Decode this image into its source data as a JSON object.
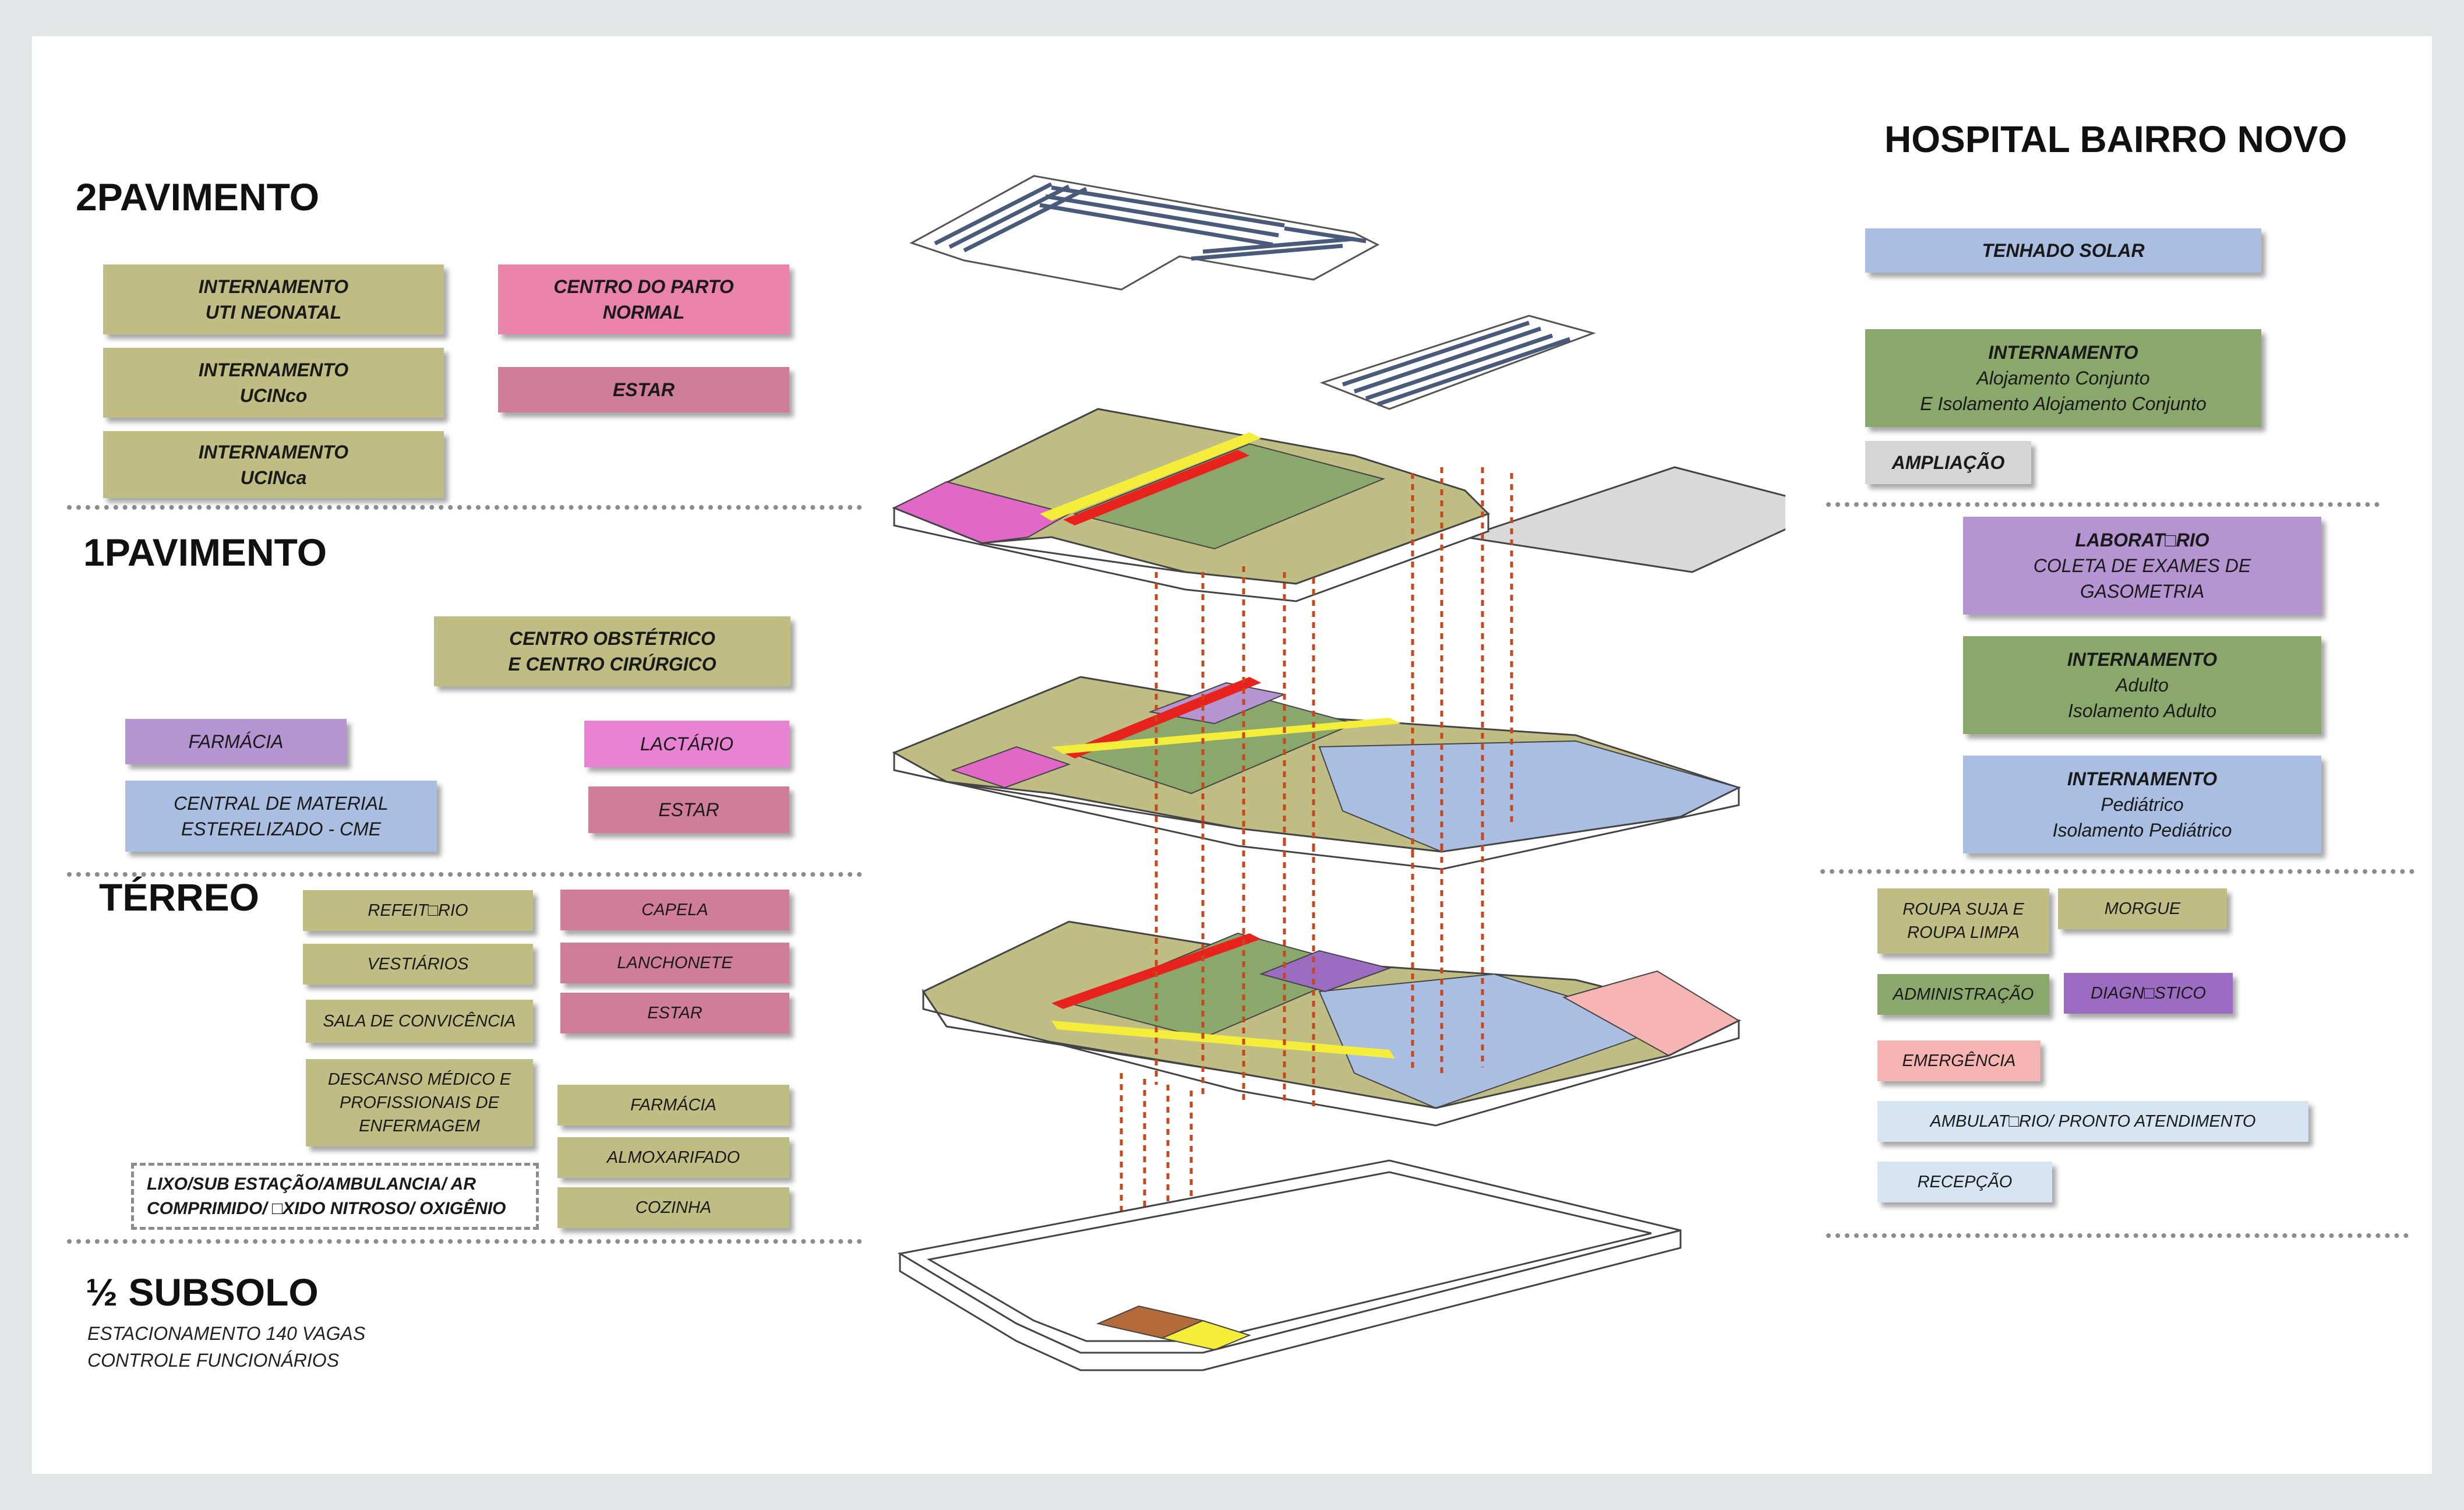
{
  "title": "HOSPITAL BAIRRO NOVO",
  "levels": {
    "floor2": "2PAVIMENTO",
    "floor1": "1PAVIMENTO",
    "ground": "TÉRREO",
    "basement": "½ SUBSOLO"
  },
  "basement_notes": [
    "ESTACIONAMENTO 140 VAGAS",
    "CONTROLE FUNCIONÁRIOS"
  ],
  "left": {
    "floor2": {
      "uti": [
        "INTERNAMENTO",
        "UTI NEONATAL"
      ],
      "ucinco": [
        "INTERNAMENTO",
        "UCINco"
      ],
      "ucinca": [
        "INTERNAMENTO",
        "UCINca"
      ],
      "parto": [
        "CENTRO DO PARTO",
        "NORMAL"
      ],
      "estar": "ESTAR"
    },
    "floor1": {
      "obstetrico": [
        "CENTRO OBSTÉTRICO",
        "E CENTRO CIRÚRGICO"
      ],
      "farmacia": "FARMÁCIA",
      "lactario": "LACTÁRIO",
      "cme": [
        "CENTRAL DE MATERIAL",
        "ESTERELIZADO - CME"
      ],
      "estar": "ESTAR"
    },
    "ground": {
      "refeitorio": "REFEIT□RIO",
      "vestiarios": "VESTIÁRIOS",
      "convivencia": "SALA DE CONVICÊNCIA",
      "descanso": [
        "DESCANSO MÉDICO E",
        "PROFISSIONAIS DE",
        "ENFERMAGEM"
      ],
      "capela": "CAPELA",
      "lanchonete": "LANCHONETE",
      "estar": "ESTAR",
      "farmacia": "FARMÁCIA",
      "almoxarifado": "ALMOXARIFADO",
      "cozinha": "COZINHA",
      "lixo": [
        "LIXO/SUB ESTAÇÃO/AMBULANCIA/ AR",
        "COMPRIMIDO/ □XIDO NITROSO/ OXIGÊNIO"
      ]
    }
  },
  "right": {
    "telhado": "TENHADO SOLAR",
    "alojamento": [
      "INTERNAMENTO",
      "Alojamento Conjunto",
      "E Isolamento Alojamento Conjunto"
    ],
    "ampliacao": "AMPLIAÇÃO",
    "laboratorio": [
      "LABORAT□RIO",
      "COLETA DE EXAMES DE",
      "GASOMETRIA"
    ],
    "adulto": [
      "INTERNAMENTO",
      "Adulto",
      "Isolamento Adulto"
    ],
    "pediatrico": [
      "INTERNAMENTO",
      "Pediátrico",
      "Isolamento Pediátrico"
    ],
    "roupa": [
      "ROUPA SUJA E",
      "ROUPA LIMPA"
    ],
    "morgue": "MORGUE",
    "administracao": "ADMINISTRAÇÃO",
    "diagnostico": "DIAGN□STICO",
    "emergencia": "EMERGÊNCIA",
    "ambulatorio": "AMBULAT□RIO/ PRONTO ATENDIMENTO",
    "recepcao": "RECEPÇÃO"
  },
  "colors": {
    "olive": "#bfbd83",
    "pink": "#ea82aa",
    "rose": "#cf7d99",
    "violet": "#b595d1",
    "blue": "#a9bee1",
    "green": "#8aa86b",
    "gray": "#d5d5d5",
    "red": "#e8221d",
    "yellow": "#f4ee3a",
    "salmon": "#f6b5b2",
    "lightblue": "#d7e4f2",
    "purple": "#9b6cc2",
    "orange_dash": "#c8481e"
  }
}
